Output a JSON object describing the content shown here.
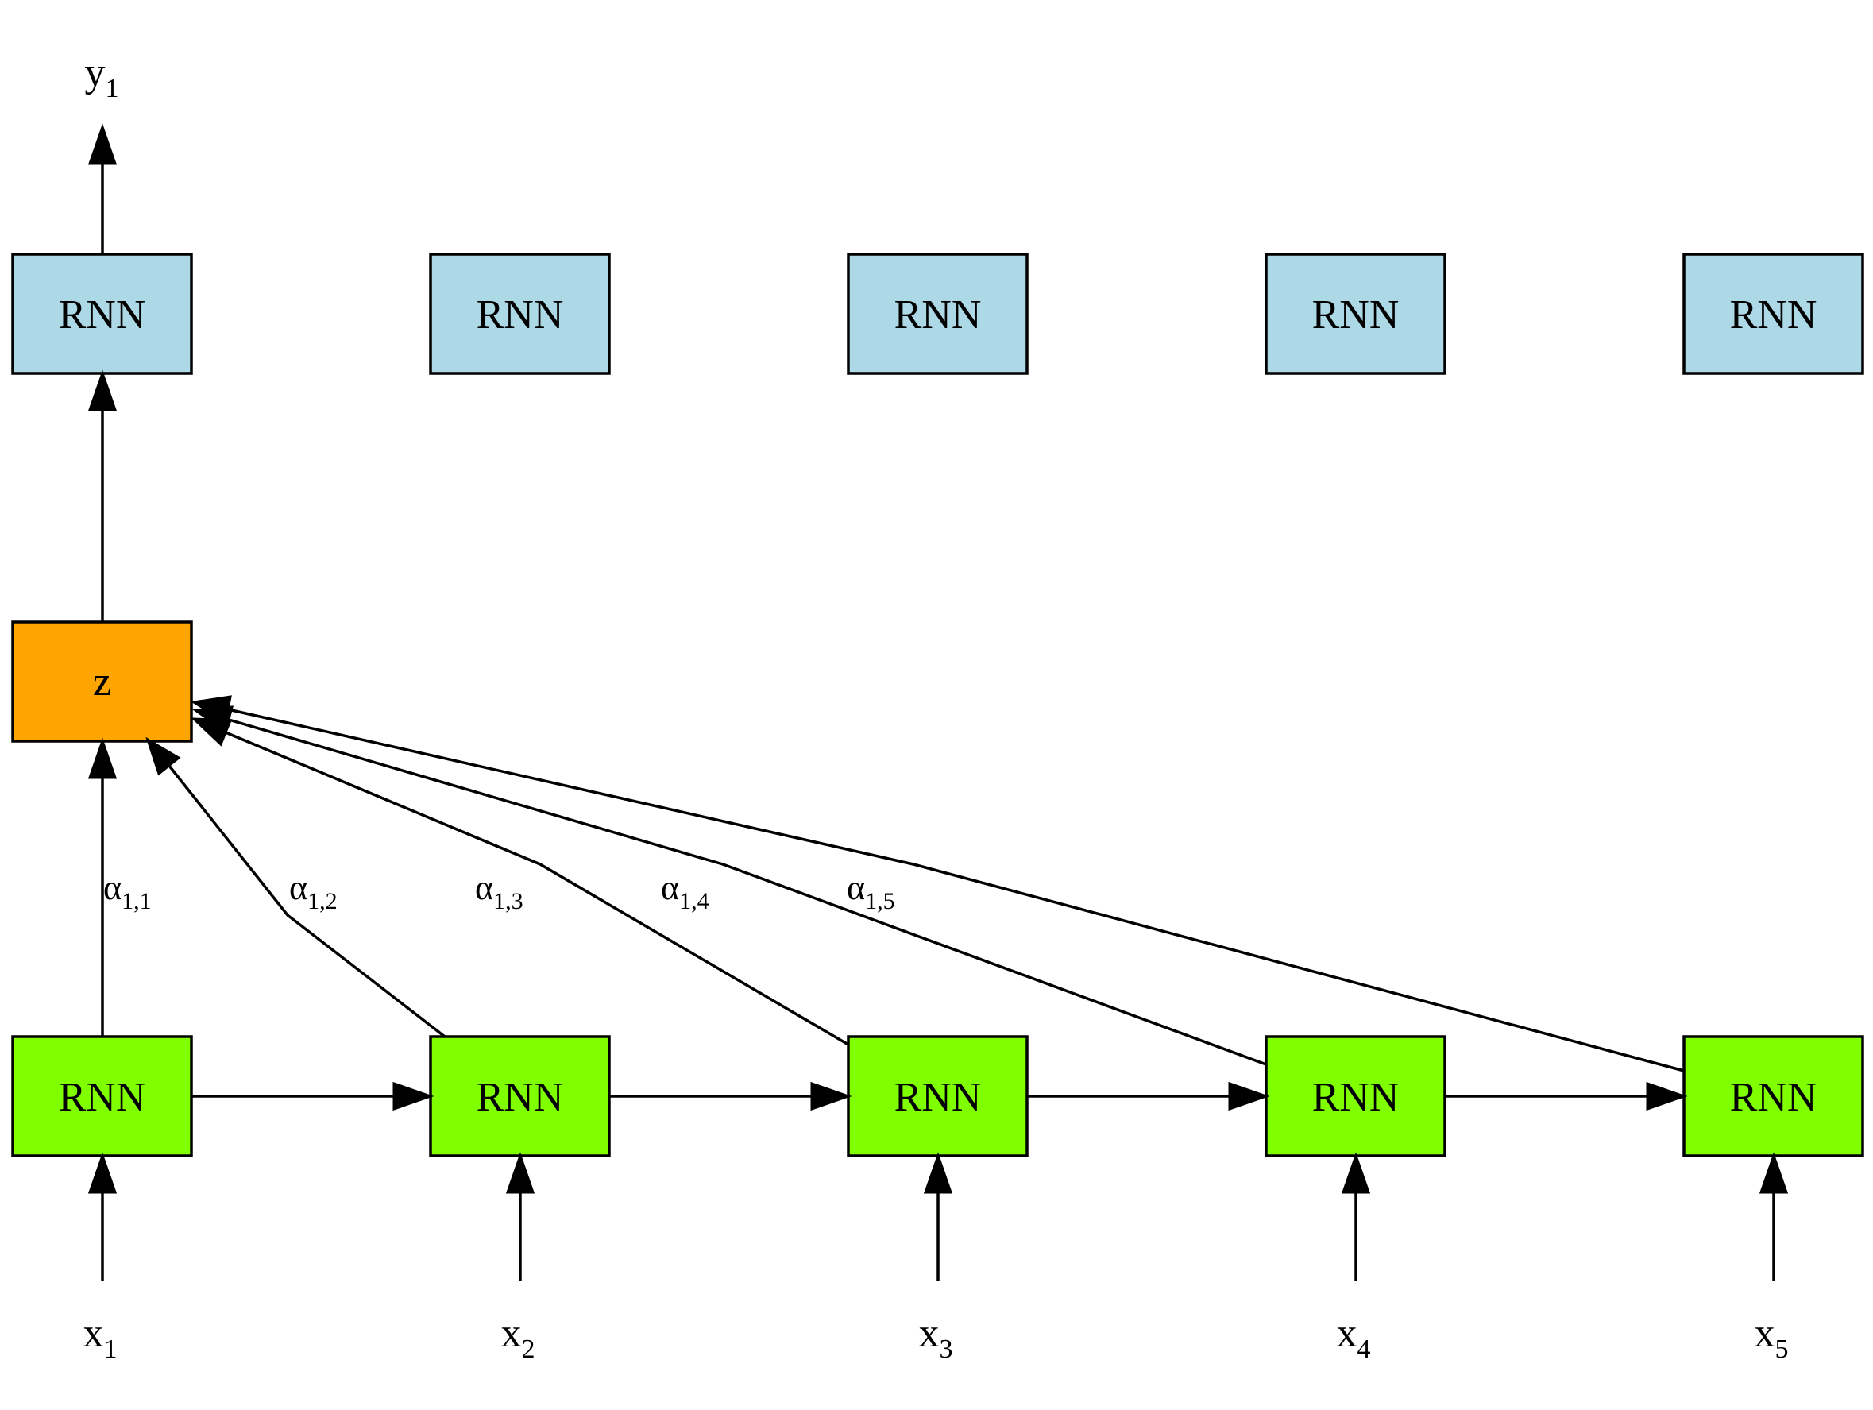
{
  "diagram": {
    "colors": {
      "decoder": "#add8e6",
      "encoder": "#7fff00",
      "context": "#ffa500",
      "line": "#000000"
    },
    "output": {
      "main": "y",
      "sub": "1"
    },
    "decoder_nodes": [
      "RNN",
      "RNN",
      "RNN",
      "RNN",
      "RNN"
    ],
    "context_node": "z",
    "encoder_nodes": [
      "RNN",
      "RNN",
      "RNN",
      "RNN",
      "RNN"
    ],
    "inputs": [
      {
        "main": "x",
        "sub": "1"
      },
      {
        "main": "x",
        "sub": "2"
      },
      {
        "main": "x",
        "sub": "3"
      },
      {
        "main": "x",
        "sub": "4"
      },
      {
        "main": "x",
        "sub": "5"
      }
    ],
    "attention_weights": [
      {
        "main": "α",
        "sub": "1,1"
      },
      {
        "main": "α",
        "sub": "1,2"
      },
      {
        "main": "α",
        "sub": "1,3"
      },
      {
        "main": "α",
        "sub": "1,4"
      },
      {
        "main": "α",
        "sub": "1,5"
      }
    ]
  }
}
